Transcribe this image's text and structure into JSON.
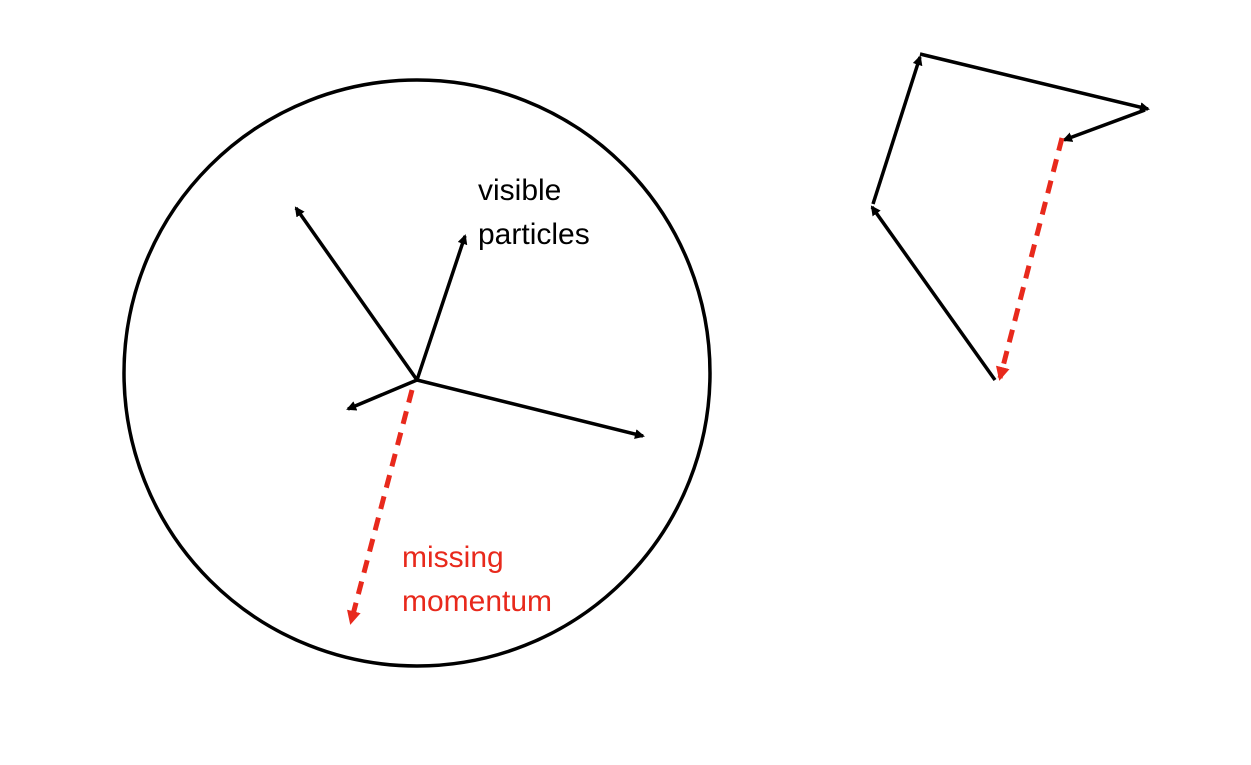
{
  "labels": {
    "visible_line1": "visible",
    "visible_line2": "particles",
    "missing_line1": "missing",
    "missing_line2": "momentum"
  },
  "colors": {
    "background": "#ffffff",
    "visible_vector": "#000000",
    "missing_vector": "#e8291c",
    "missing_label": "#e8291c",
    "detector_circle": "#000000"
  },
  "elements": {
    "detector": "detector-circle",
    "visible_vectors_count_left": "4",
    "right_figure": "vector-sum-polygon"
  }
}
